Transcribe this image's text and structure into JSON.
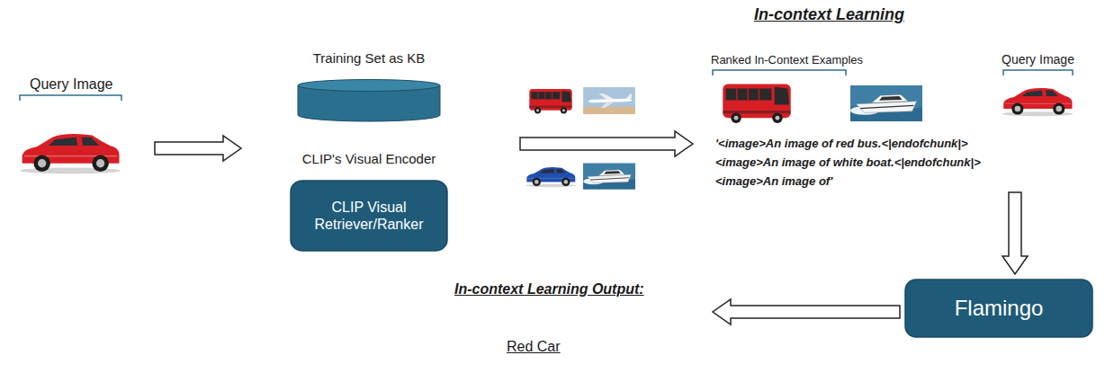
{
  "diagram": {
    "nodes": [
      {
        "text": [
          "Training Set as KB"
        ]
      },
      {
        "text": [
          "CLIP's Visual Encoder",
          "CLIP Visual Retriever/Ranker"
        ]
      },
      {
        "text": [
          "Flamingo"
        ]
      }
    ],
    "labels": [
      "Query Image",
      "In-context Learning",
      "Ranked In-Context Examples",
      "Query Image",
      "'<image>An image of red bus.<|endofchunk|>",
      "<image>An image of white boat.<|endofchunk|>",
      "<image>An image of'",
      "In-context Learning Output:",
      "Red Car"
    ]
  }
}
